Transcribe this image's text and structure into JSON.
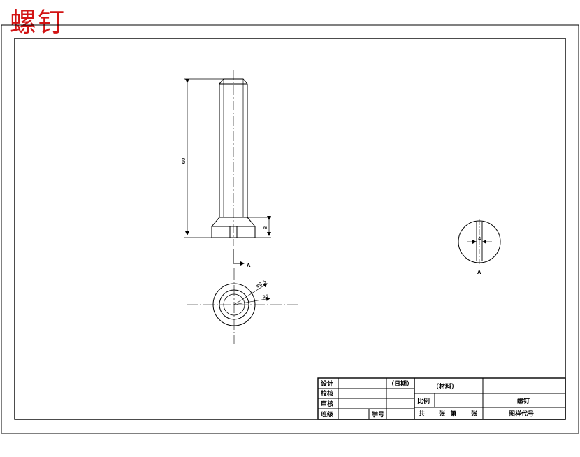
{
  "page_title": "螺钉",
  "views": {
    "front": {
      "length_dim": "60",
      "head_dim": "8",
      "section_label": "A"
    },
    "top": {
      "dim_a": "φ8.5",
      "dim_b": "R2"
    },
    "section": {
      "dim": "4",
      "label": "A"
    }
  },
  "title_block": {
    "designer": "设计",
    "checker": "校核",
    "reviewer": "审核",
    "class": "班级",
    "student_no": "学号",
    "date": "（日期）",
    "material": "（材料）",
    "scale": "比例",
    "part_name": "螺钉",
    "sheets": {
      "total": "共",
      "sheet": "张",
      "nth": "第",
      "sheet2": "张"
    },
    "drawing_no": "图样代号"
  },
  "colors": {
    "title": "#d21414",
    "line": "#000000"
  }
}
